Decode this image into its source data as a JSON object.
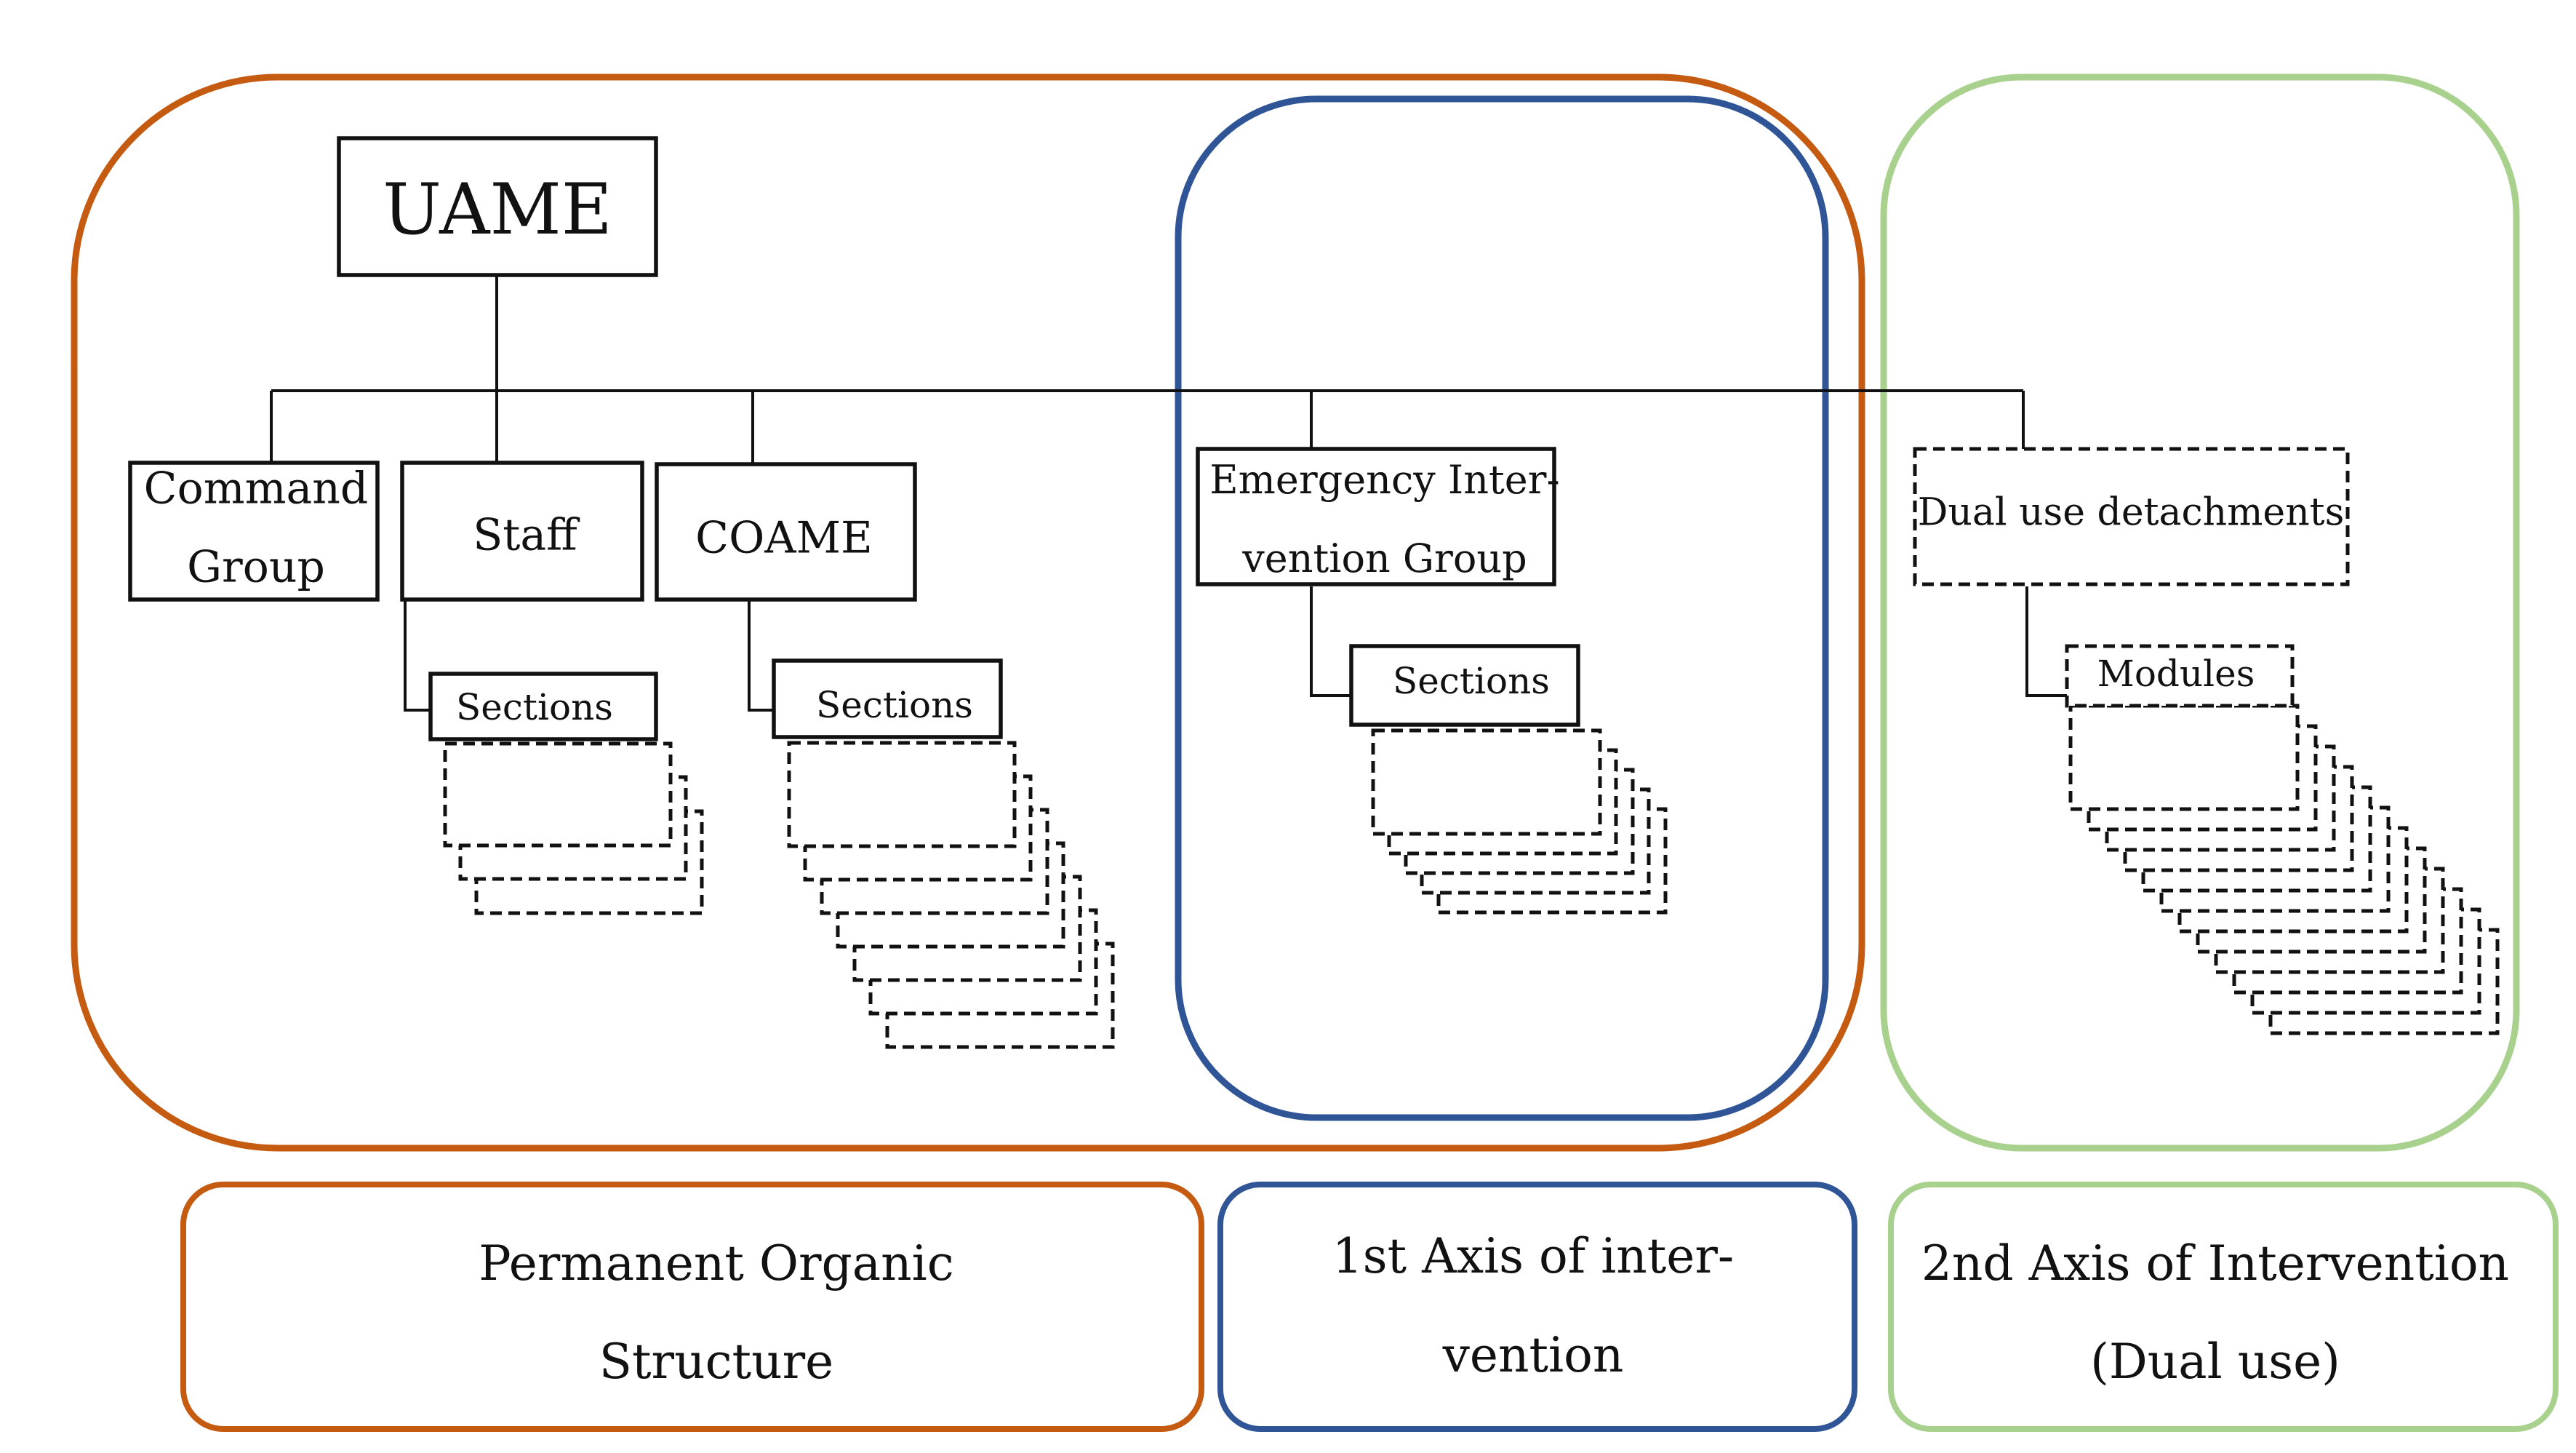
{
  "colors": {
    "permanent": "#C55A11",
    "axis1": "#2F5597",
    "axis2": "#A9D18E",
    "line": "#111111"
  },
  "nodes": {
    "uame": "UAME",
    "command_group": [
      "Command",
      "Group"
    ],
    "staff": "Staff",
    "coame": "COAME",
    "emergency": [
      "Emergency Inter-",
      "vention Group"
    ],
    "dual_use_detachments": "Dual use detachments",
    "sections": "Sections",
    "modules": "Modules"
  },
  "legend": {
    "permanent": [
      "Permanent Organic",
      "Structure"
    ],
    "axis1": [
      "1st Axis of inter-",
      "vention"
    ],
    "axis2": [
      "2nd Axis of Intervention",
      "(Dual use)"
    ]
  }
}
